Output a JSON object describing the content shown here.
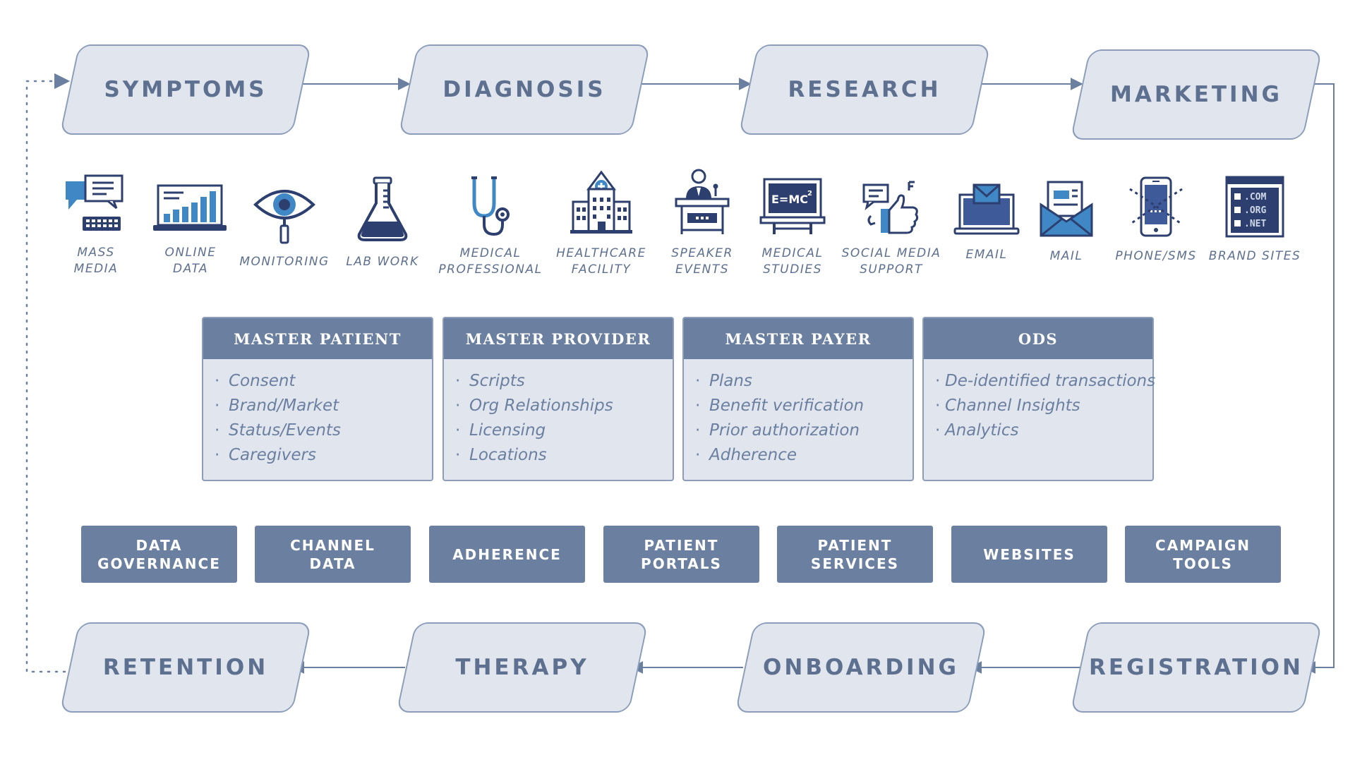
{
  "stages_top": [
    {
      "label": "SYMPTOMS"
    },
    {
      "label": "DIAGNOSIS"
    },
    {
      "label": "RESEARCH"
    },
    {
      "label": "MARKETING"
    }
  ],
  "stages_bottom": [
    {
      "label": "RETENTION"
    },
    {
      "label": "THERAPY"
    },
    {
      "label": "ONBOARDING"
    },
    {
      "label": "REGISTRATION"
    }
  ],
  "channels": [
    {
      "label": "MASS\nMEDIA",
      "icon": "mass-media-icon"
    },
    {
      "label": "ONLINE\nDATA",
      "icon": "online-data-icon"
    },
    {
      "label": "MONITORING",
      "icon": "eye-icon"
    },
    {
      "label": "LAB WORK",
      "icon": "flask-icon"
    },
    {
      "label": "MEDICAL\nPROFESSIONAL",
      "icon": "stethoscope-icon"
    },
    {
      "label": "HEALTHCARE\nFACILITY",
      "icon": "hospital-icon"
    },
    {
      "label": "SPEAKER\nEVENTS",
      "icon": "podium-icon"
    },
    {
      "label": "MEDICAL\nSTUDIES",
      "icon": "chalkboard-icon"
    },
    {
      "label": "SOCIAL MEDIA\nSUPPORT",
      "icon": "thumbs-up-icon"
    },
    {
      "label": "EMAIL",
      "icon": "laptop-email-icon"
    },
    {
      "label": "MAIL",
      "icon": "envelope-icon"
    },
    {
      "label": "PHONE/SMS",
      "icon": "phone-icon"
    },
    {
      "label": "BRAND SITES",
      "icon": "browser-icon"
    }
  ],
  "masters": [
    {
      "title": "MASTER PATIENT",
      "items": [
        "Consent",
        "Brand/Market",
        "Status/Events",
        "Caregivers"
      ]
    },
    {
      "title": "MASTER PROVIDER",
      "items": [
        "Scripts",
        "Org Relationships",
        "Licensing",
        "Locations"
      ]
    },
    {
      "title": "MASTER PAYER",
      "items": [
        "Plans",
        "Benefit verification",
        "Prior authorization",
        "Adherence"
      ]
    },
    {
      "title": "ODS",
      "items": [
        "De-identified transactions",
        "Channel Insights",
        "Analytics"
      ]
    }
  ],
  "services": [
    {
      "label": "DATA\nGOVERNANCE"
    },
    {
      "label": "CHANNEL\nDATA"
    },
    {
      "label": "ADHERENCE"
    },
    {
      "label": "PATIENT\nPORTALS"
    },
    {
      "label": "PATIENT\nSERVICES"
    },
    {
      "label": "WEBSITES"
    },
    {
      "label": "CAMPAIGN\nTOOLS"
    }
  ],
  "icon_text": {
    "formula": "E=MC",
    "exponent": "2",
    "domains": [
      ".COM",
      ".ORG",
      ".NET"
    ]
  },
  "colors": {
    "stage_fill": "#e1e6ee",
    "stage_border": "#8b9dba",
    "header_fill": "#6b7fa0",
    "icon_navy": "#2d3f6e",
    "icon_blue": "#3f88c5",
    "text": "#5e7090"
  }
}
